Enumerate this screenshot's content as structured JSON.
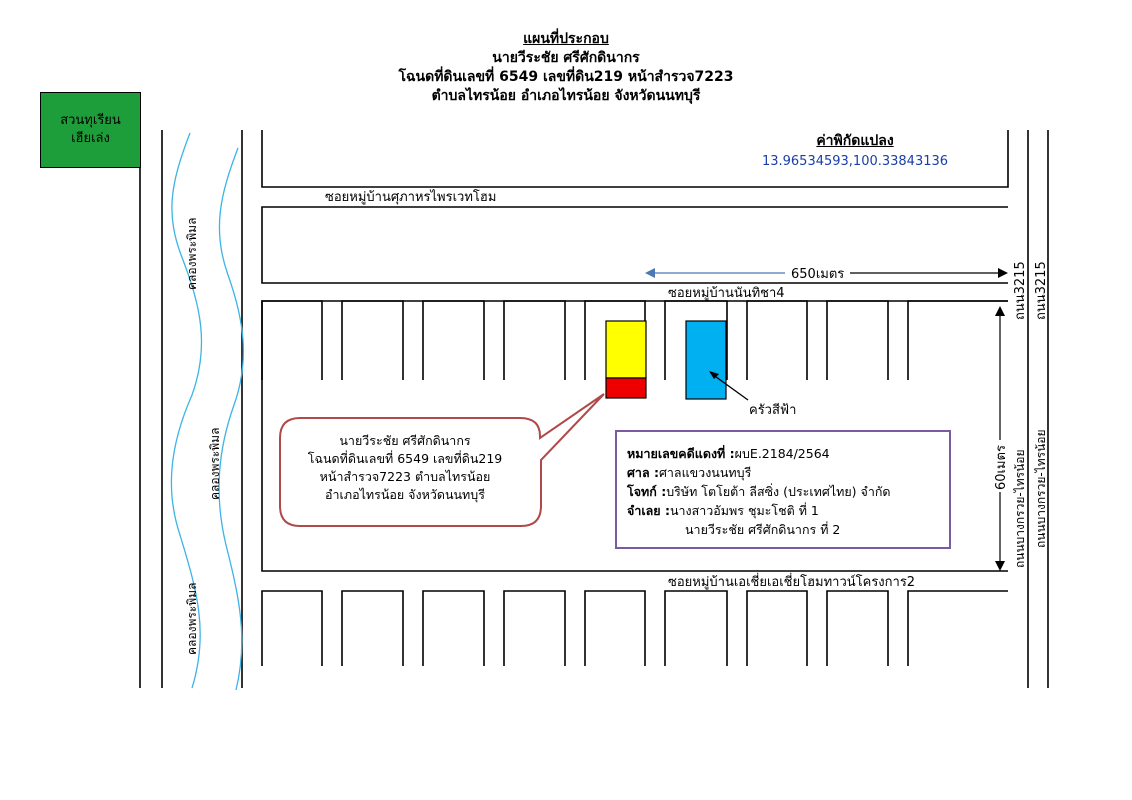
{
  "header": {
    "title": "แผนที่ประกอบ",
    "line2": "นายวีระชัย ศรีศักดินากร",
    "line3": "โฉนดที่ดินเลขที่ 6549 เลขที่ดิน219 หน้าสำรวจ7223",
    "line4": "ตำบลไทรน้อย อำเภอไทรน้อย จังหวัดนนทบุรี"
  },
  "park": {
    "line1": "สวนทุเรียน",
    "line2": "เฮียเล่ง"
  },
  "coordinates": {
    "title": "ค่าพิกัดแปลง",
    "value": "13.96534593,100.33843136"
  },
  "roads": {
    "soi_top": "ซอยหมู่บ้านศุภาหรไพรเวทโฮม",
    "soi_mid": "ซอยหมู่บ้านนันทิชา4",
    "soi_bottom": "ซอยหมู่บ้านเอเชี่ยเอเชี่ยโฮมทาวน์โครงการ2",
    "road_code_1": "ถนน3215",
    "road_code_2": "ถนน3215",
    "road_name_1": "ถนนบางกรวย-ไทรน้อย",
    "road_name_2": "ถนนบางกรวย-ไทรน้อย",
    "canal_1": "คลองพระพิมล",
    "canal_2": "คลองพระพิมล",
    "canal_3": "คลองพระพิมล"
  },
  "distances": {
    "horizontal": "650เมตร",
    "vertical": "60เมตร"
  },
  "landmark": {
    "label": "ครัวสีฟ้า"
  },
  "callout": {
    "line1": "นายวีระชัย ศรีศักดินากร",
    "line2": "โฉนดที่ดินเลขที่ 6549 เลขที่ดิน219",
    "line3": "หน้าสำรวจ7223 ตำบลไทรน้อย",
    "line4": "อำเภอไทรน้อย จังหวัดนนทบุรี"
  },
  "info": {
    "case_label": "หมายเลขคดีแดงที่ :",
    "case_value": "ผบE.2184/2564",
    "court_label": "ศาล :",
    "court_value": "ศาลแขวงนนทบุรี",
    "plaintiff_label": "โจทก์ :",
    "plaintiff_value": "บริษัท โตโยต้า ลีสซิ่ง (ประเทศไทย) จำกัด",
    "defendant_label": "จำเลย :",
    "defendant_1": "นางสาวอัมพร ชุมะโชติ ที่ 1",
    "defendant_2": "นายวีระชัย ศรีศักดินากร ที่ 2"
  },
  "colors": {
    "park": "#1e9e3a",
    "plot_yellow": "#ffff00",
    "plot_red": "#ee0000",
    "landmark_blue": "#00b0f0",
    "canal": "#3cb4e6",
    "coord_text": "#1a3ea8",
    "callout_border": "#b04a4a",
    "info_border": "#7a5aa0",
    "distance_arrow": "#4a7ab0"
  }
}
